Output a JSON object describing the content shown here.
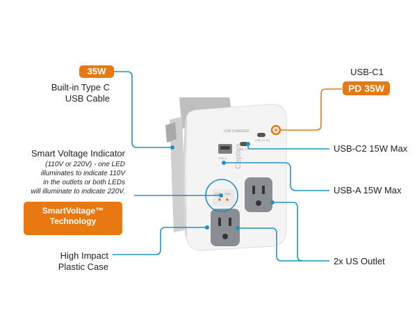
{
  "colors": {
    "accent": "#e87811",
    "line": "#1f92c4",
    "device": "#f3f3f3",
    "sleeve": "#bdbdbd",
    "outlet": "#8a8d91"
  },
  "callouts": {
    "badge_35w": "35W",
    "cable_line1": "Built-in Type C",
    "cable_line2": "USB Cable",
    "usbc1_label": "USB-C1",
    "usbc1_badge": "PD 35W",
    "usbc2": "USB-C2 15W Max",
    "usba": "USB-A 15W Max",
    "voltage_title": "Smart Voltage Indicator",
    "voltage_note": [
      "(110V or 220V) - one LED",
      "illuminates to indicate 110V",
      "in the outlets or both LEDs",
      "will illuminate to indicate 220V."
    ],
    "smartvoltage_line1": "SmartVoltage™",
    "smartvoltage_line2": "Technology",
    "case_line1": "High Impact",
    "case_line2": "Plastic Case",
    "outlet": "2x US Outlet"
  },
  "device": {
    "brand": "Ceptics",
    "header": "USB CHARGER",
    "port_labels": [
      "USB-A",
      "USB-C2",
      "USB-C1 PD"
    ],
    "led_labels": [
      "220V",
      "110V"
    ]
  }
}
